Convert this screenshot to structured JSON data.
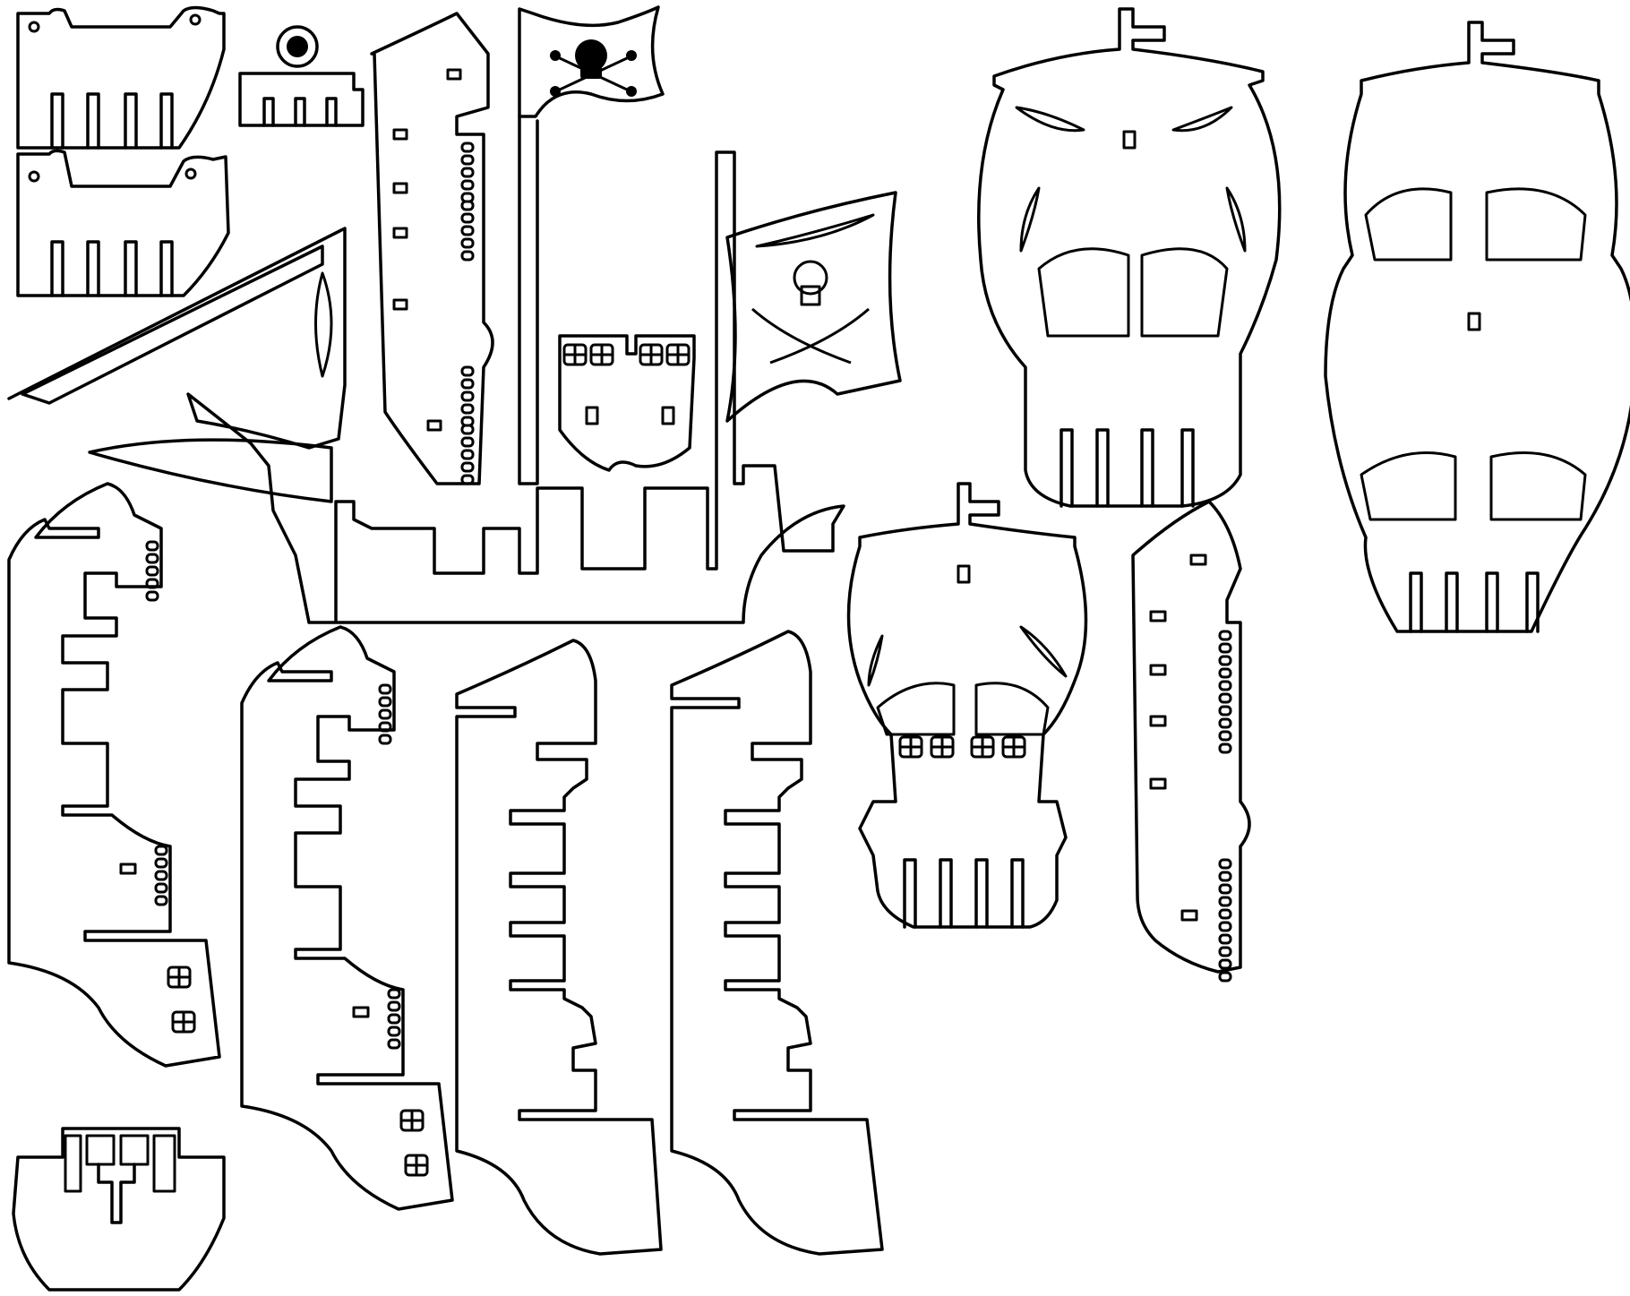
{
  "sheet": {
    "background_color": "#ffffff",
    "line_color": "#000000",
    "parts": [
      {
        "id": "small-deck-top-1",
        "kind": "deck-support"
      },
      {
        "id": "small-deck-top-2",
        "kind": "deck-support"
      },
      {
        "id": "wheel-stand",
        "kind": "ship-wheel"
      },
      {
        "id": "rear-castle-side",
        "kind": "hull-side"
      },
      {
        "id": "main-flag",
        "kind": "jolly-roger-flag",
        "icon": "skull-crossbones-icon"
      },
      {
        "id": "center-hull",
        "kind": "hull-with-masts"
      },
      {
        "id": "center-deck-top",
        "kind": "deck-support"
      },
      {
        "id": "sword-sail",
        "kind": "sail",
        "icon": "skull-crossed-swords-icon"
      },
      {
        "id": "big-sail-1",
        "kind": "square-sail"
      },
      {
        "id": "big-sail-2",
        "kind": "square-sail-double"
      },
      {
        "id": "medium-sail",
        "kind": "square-sail"
      },
      {
        "id": "right-castle-side",
        "kind": "hull-side"
      },
      {
        "id": "hull-side-1",
        "kind": "hull-side"
      },
      {
        "id": "hull-side-2",
        "kind": "hull-side"
      },
      {
        "id": "hull-side-3",
        "kind": "hull-side"
      },
      {
        "id": "hull-side-4",
        "kind": "hull-side"
      },
      {
        "id": "bottom-deck-support",
        "kind": "deck-support"
      }
    ]
  }
}
